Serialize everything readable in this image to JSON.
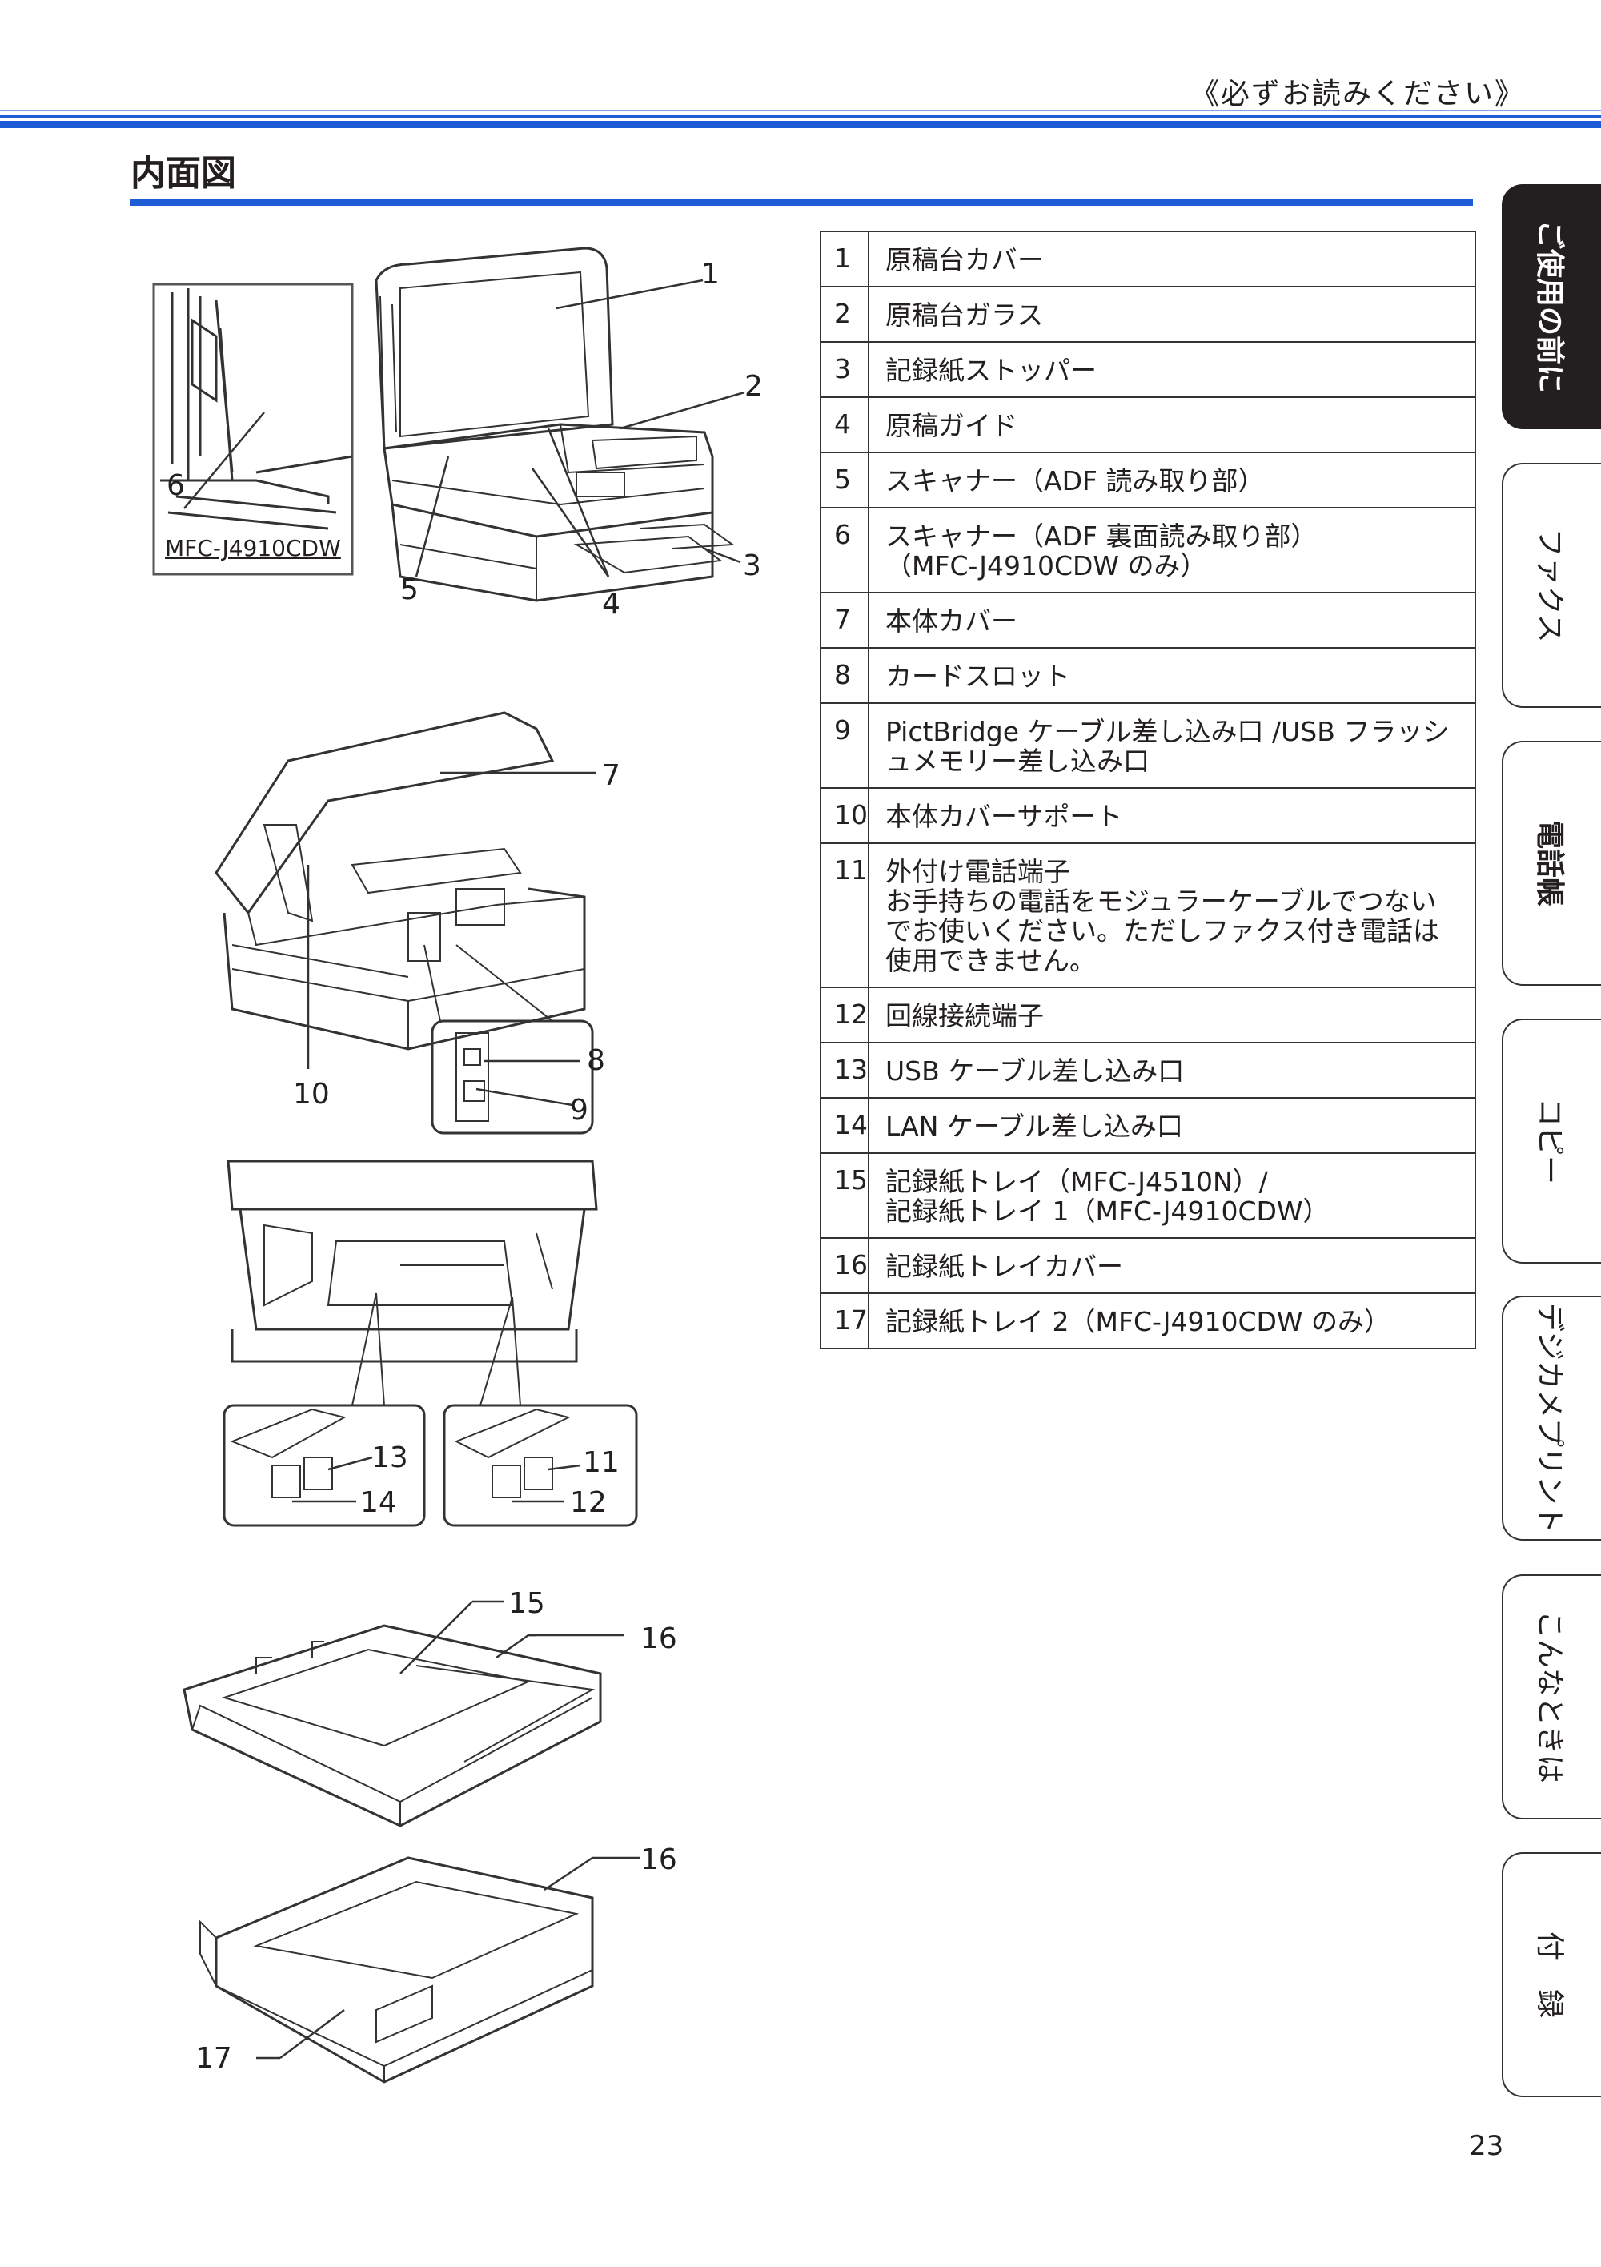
{
  "header": {
    "note": "《必ずお読みください》"
  },
  "page_title": "内面図",
  "tabs": [
    {
      "label": "ご使用の前に",
      "active": true
    },
    {
      "label": "ファクス",
      "active": false
    },
    {
      "label": "電話帳",
      "active": false
    },
    {
      "label": "コピー",
      "active": false
    },
    {
      "label": "デジカメプリント",
      "active": false
    },
    {
      "label": "こんなときは",
      "active": false
    },
    {
      "label": "付　録",
      "active": false
    }
  ],
  "parts": [
    {
      "num": "1",
      "desc": "原稿台カバー"
    },
    {
      "num": "2",
      "desc": "原稿台ガラス"
    },
    {
      "num": "3",
      "desc": "記録紙ストッパー"
    },
    {
      "num": "4",
      "desc": "原稿ガイド"
    },
    {
      "num": "5",
      "desc": "スキャナー（ADF 読み取り部）"
    },
    {
      "num": "6",
      "desc": "スキャナー（ADF 裏面読み取り部）\n（MFC-J4910CDW のみ）"
    },
    {
      "num": "7",
      "desc": "本体カバー"
    },
    {
      "num": "8",
      "desc": "カードスロット"
    },
    {
      "num": "9",
      "desc": "PictBridge ケーブル差し込み口 /USB フラッシュメモリー差し込み口"
    },
    {
      "num": "10",
      "desc": "本体カバーサポート"
    },
    {
      "num": "11",
      "desc": "外付け電話端子\nお手持ちの電話をモジュラーケーブルでつないでお使いください。ただしファクス付き電話は使用できません。"
    },
    {
      "num": "12",
      "desc": "回線接続端子"
    },
    {
      "num": "13",
      "desc": "USB ケーブル差し込み口"
    },
    {
      "num": "14",
      "desc": "LAN ケーブル差し込み口"
    },
    {
      "num": "15",
      "desc": "記録紙トレイ（MFC-J4510N）/\n記録紙トレイ 1（MFC-J4910CDW）"
    },
    {
      "num": "16",
      "desc": "記録紙トレイカバー"
    },
    {
      "num": "17",
      "desc": "記録紙トレイ 2（MFC-J4910CDW のみ）"
    }
  ],
  "figure_labels": {
    "model_caption": "MFC-J4910CDW",
    "c1": "1",
    "c2": "2",
    "c3": "3",
    "c4": "4",
    "c5": "5",
    "c6": "6",
    "c7": "7",
    "c8": "8",
    "c9": "9",
    "c10": "10",
    "c11": "11",
    "c12": "12",
    "c13": "13",
    "c14": "14",
    "c15": "15",
    "c16a": "16",
    "c16b": "16",
    "c17": "17"
  },
  "page_number": "23"
}
